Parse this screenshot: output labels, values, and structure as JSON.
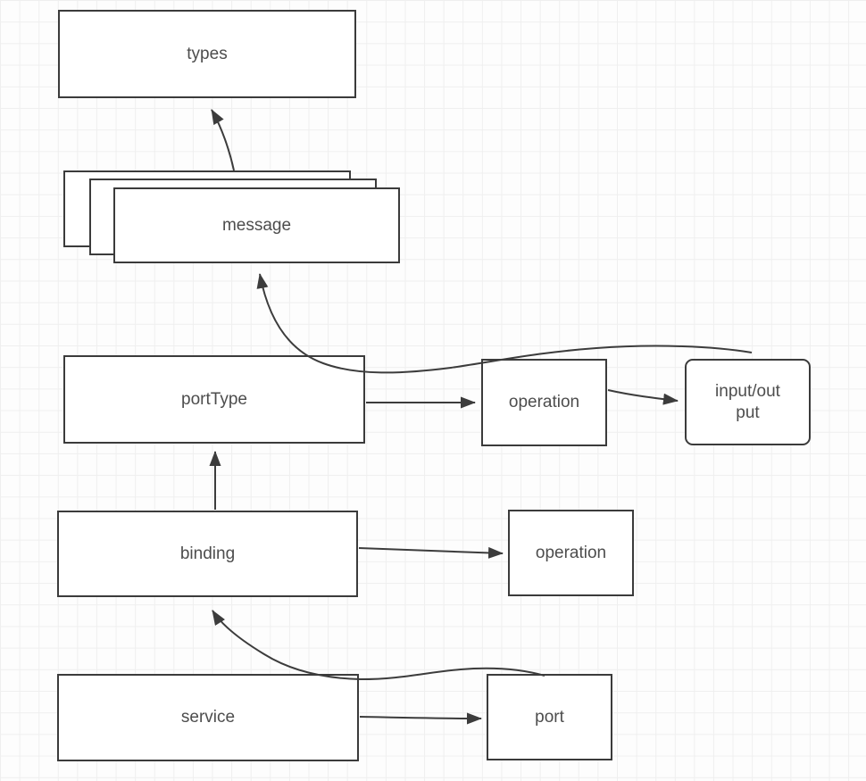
{
  "diagram": {
    "kind": "wsdl-structure-flowchart",
    "nodes": {
      "types": {
        "label": "types"
      },
      "message": {
        "label": "message"
      },
      "portType": {
        "label": "portType"
      },
      "operation_top": {
        "label": "operation"
      },
      "input_output": {
        "label": "input/out\nput"
      },
      "binding": {
        "label": "binding"
      },
      "operation_bottom": {
        "label": "operation"
      },
      "service": {
        "label": "service"
      },
      "port": {
        "label": "port"
      }
    },
    "edges": [
      {
        "name": "message-to-types",
        "from": "message",
        "to": "types",
        "style": "curved-arrow"
      },
      {
        "name": "input-output-to-message",
        "from": "input/output",
        "to": "message",
        "style": "long-curved-arrow"
      },
      {
        "name": "binding-to-porttype",
        "from": "binding",
        "to": "portType",
        "style": "straight-arrow"
      },
      {
        "name": "porttype-to-operation",
        "from": "portType",
        "to": "operation",
        "style": "straight-arrow"
      },
      {
        "name": "operation-to-input-output",
        "from": "operation",
        "to": "input/output",
        "style": "curved-arrow"
      },
      {
        "name": "port-to-binding",
        "from": "port",
        "to": "binding",
        "style": "curved-arrow"
      },
      {
        "name": "binding-to-operation",
        "from": "binding",
        "to": "operation",
        "style": "straight-arrow"
      },
      {
        "name": "service-to-port",
        "from": "service",
        "to": "port",
        "style": "straight-arrow"
      }
    ],
    "colors": {
      "node_border": "#3b3b3b",
      "edge_stroke": "#3c3c3c",
      "node_fill": "#ffffff",
      "label_text": "#4d4d4d",
      "grid_line": "#efefef",
      "background": "#fdfdfd"
    }
  }
}
